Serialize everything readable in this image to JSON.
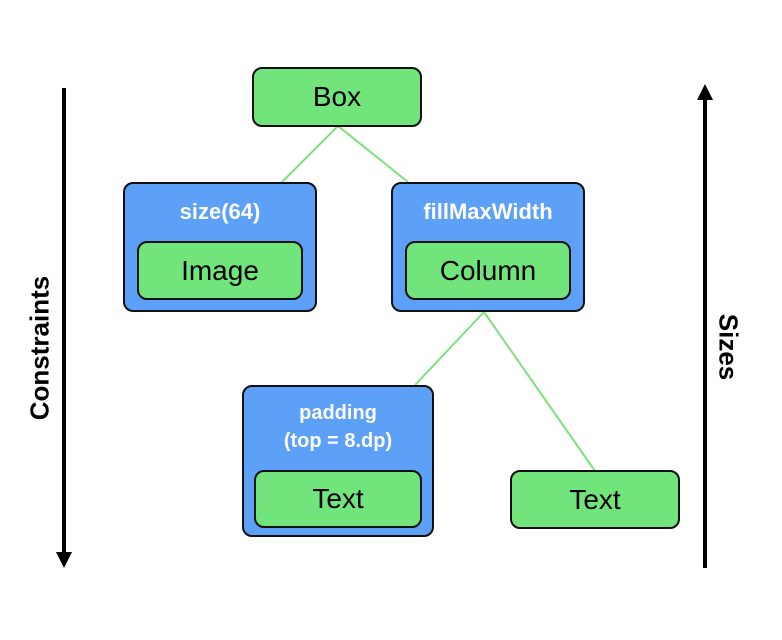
{
  "diagram": {
    "root": {
      "label": "Box"
    },
    "image_modifier": {
      "label": "size(64)"
    },
    "image_node": {
      "label": "Image"
    },
    "column_modifier": {
      "label": "fillMaxWidth"
    },
    "column_node": {
      "label": "Column"
    },
    "padding_modifier": {
      "line1": "padding",
      "line2": "(top = 8.dp)"
    },
    "text_node_1": {
      "label": "Text"
    },
    "text_node_2": {
      "label": "Text"
    }
  },
  "side_labels": {
    "left": "Constraints",
    "right": "Sizes"
  },
  "colors": {
    "node_green": "#72e47c",
    "modifier_blue": "#5ca1f7",
    "connector": "#7ee07e",
    "border": "#111111"
  }
}
